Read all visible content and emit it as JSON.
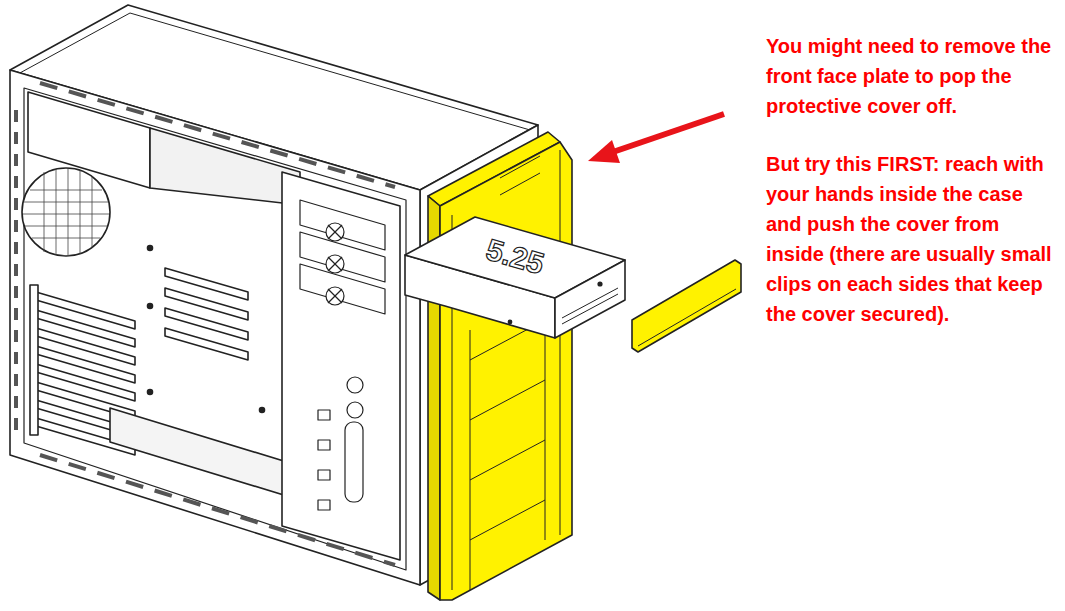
{
  "diagram": {
    "labels": [
      "You might need to remove the front face plate to pop the protective cover off.",
      "But try this FIRST: reach with your hands inside the case and push the cover from inside (there are usually small clips on each sides that keep the cover secured).",
      "5.25"
    ]
  }
}
